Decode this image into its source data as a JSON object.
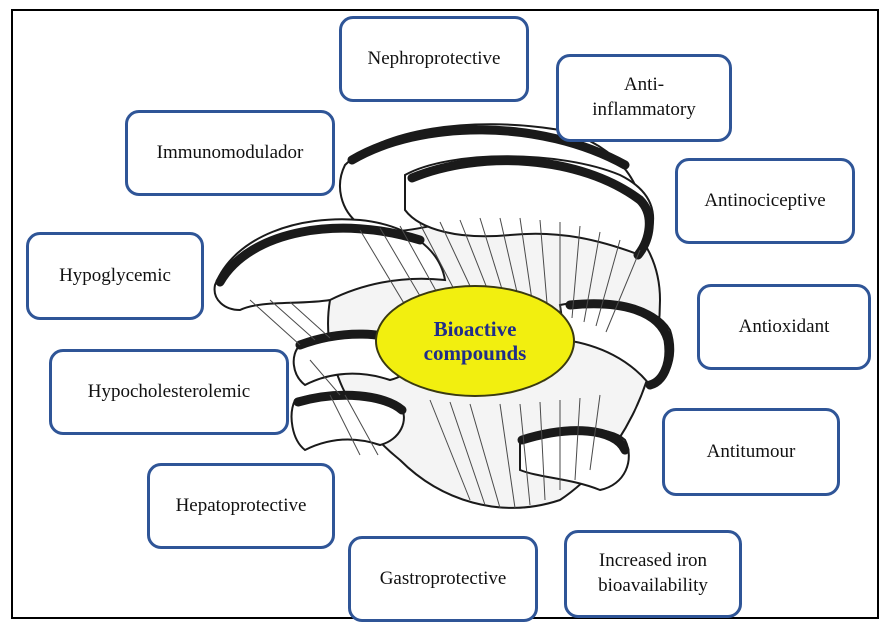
{
  "center": {
    "label": "Bioactive\ncompounds"
  },
  "properties": {
    "nephroprotective": "Nephroprotective",
    "anti_inflammatory": "Anti-\ninflammatory",
    "immunomodulador": "Immunomodulador",
    "antinociceptive": "Antinociceptive",
    "hypoglycemic": "Hypoglycemic",
    "antioxidant": "Antioxidant",
    "hypocholesterolemic": "Hypocholesterolemic",
    "antitumour": "Antitumour",
    "hepatoprotective": "Hepatoprotective",
    "gastroprotective": "Gastroprotective",
    "increased_iron": "Increased iron\nbioavailability"
  },
  "colors": {
    "box_border": "#2f5597",
    "center_fill": "#f2ef0f",
    "center_text": "#1f2d8a"
  }
}
